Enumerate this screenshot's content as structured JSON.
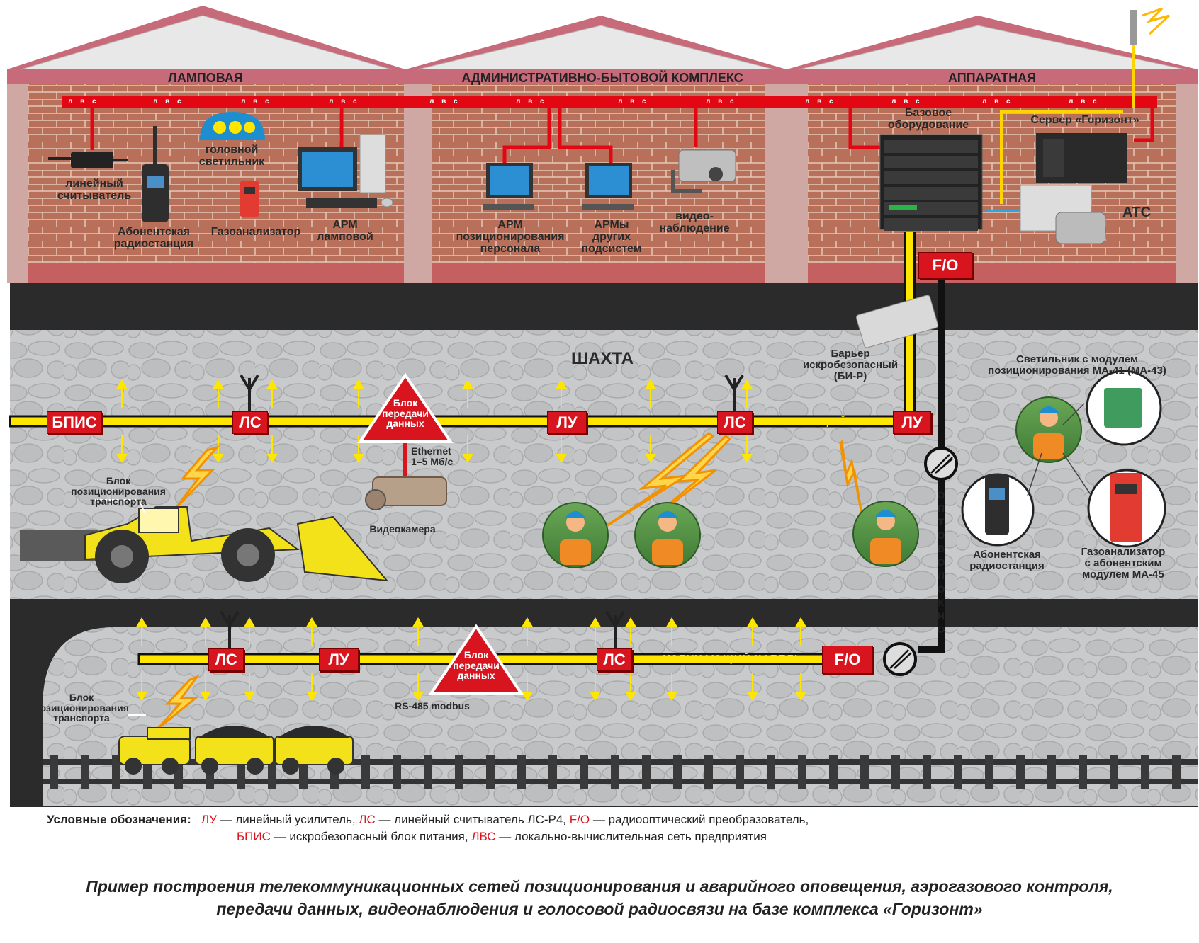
{
  "buildings": {
    "lamp": "ЛАМПОВАЯ",
    "admin": "АДМИНИСТРАТИВНО-БЫТОВОЙ КОМПЛЕКС",
    "hardware": "АППАРАТНАЯ"
  },
  "lvs_label": "л в с",
  "surface_labels": {
    "line_reader": "линейный\nсчитыватель",
    "subscriber_radio": "Абонентская\nрадиостанция",
    "head_lamp": "головной\nсветильник",
    "gas_analyzer": "Газоанализатор",
    "arm_lamp": "АРМ\nламповой",
    "arm_positioning": "АРМ\nпозиционирования\nперсонала",
    "arm_other": "АРМы\nдругих\nподсистем",
    "video_surveillance": "видео-\nнаблюдение",
    "base_equipment": "Базовое\nоборудование",
    "server": "Сервер «Горизонт»",
    "ats": "АТС"
  },
  "mine": {
    "title": "ШАХТА",
    "barrier": "Барьер\nискробезопасный\n(БИ-Р)",
    "lamp_module": "Светильник с модулем\nпозиционирования МА-41 (МА-43)",
    "radio": "Абонентская\nрадиостанция",
    "gas_module": "Газоанализатор\nс абонентским\nмодулем МА-45",
    "transport_block_1": "Блок\nпозиционирования\nтранспорта",
    "transport_block_2": "Блок\nпозиционирования\nтранспорта",
    "ethernet": "Ethernet\n1–5 Мб/с",
    "videocamera": "Видеокамера",
    "rs485": "RS-485 modbus",
    "data_block_1": "Блок\nпередачи\nданных",
    "data_block_2": "Блок\nпередачи\nданных",
    "radiating_cable_1": "ИЗЛУЧАЮЩИЙ КАБЕЛЬ",
    "radiating_cable_2": "ИЗЛУЧАЮЩИЙ КАБЕЛЬ",
    "fiber_optic": "ОПТОВОЛОКНО"
  },
  "boxes": {
    "fo_top": "F/O",
    "fo_bottom": "F/O",
    "bpis": "БПИС",
    "ls_1": "ЛС",
    "lu_1": "ЛУ",
    "ls_2": "ЛС",
    "lu_2": "ЛУ",
    "ls_3": "ЛС",
    "lu_3": "ЛУ",
    "ls_4": "ЛС"
  },
  "legend": {
    "title": "Условные обозначения:",
    "lu": "ЛУ",
    "lu_text": " — линейный усилитель, ",
    "ls": "ЛС",
    "ls_text": " — линейный считыватель ЛС-Р4, ",
    "fo": "F/O",
    "fo_text": " — радиооптический преобразователь,",
    "bpis": "БПИС",
    "bpis_text": " — искробезопасный блок питания, ",
    "lvs": "ЛВС",
    "lvs_text": " — локально-вычислительная сеть предприятия"
  },
  "caption": {
    "line1": "Пример построения телекоммуникационных сетей позиционирования и аварийного оповещения, аэрогазового контроля,",
    "line2": "передачи данных, видеонаблюдения и голосовой радиосвязи на базе комплекса «Горизонт»"
  },
  "colors": {
    "brick": "#b8705a",
    "roof": "#c76b7a",
    "lan_red": "#e30613",
    "cable_yellow": "#ffe600",
    "mine_rock": "#c9cacc",
    "earth_dark": "#2b2b2b",
    "box_red": "#d8141e"
  }
}
